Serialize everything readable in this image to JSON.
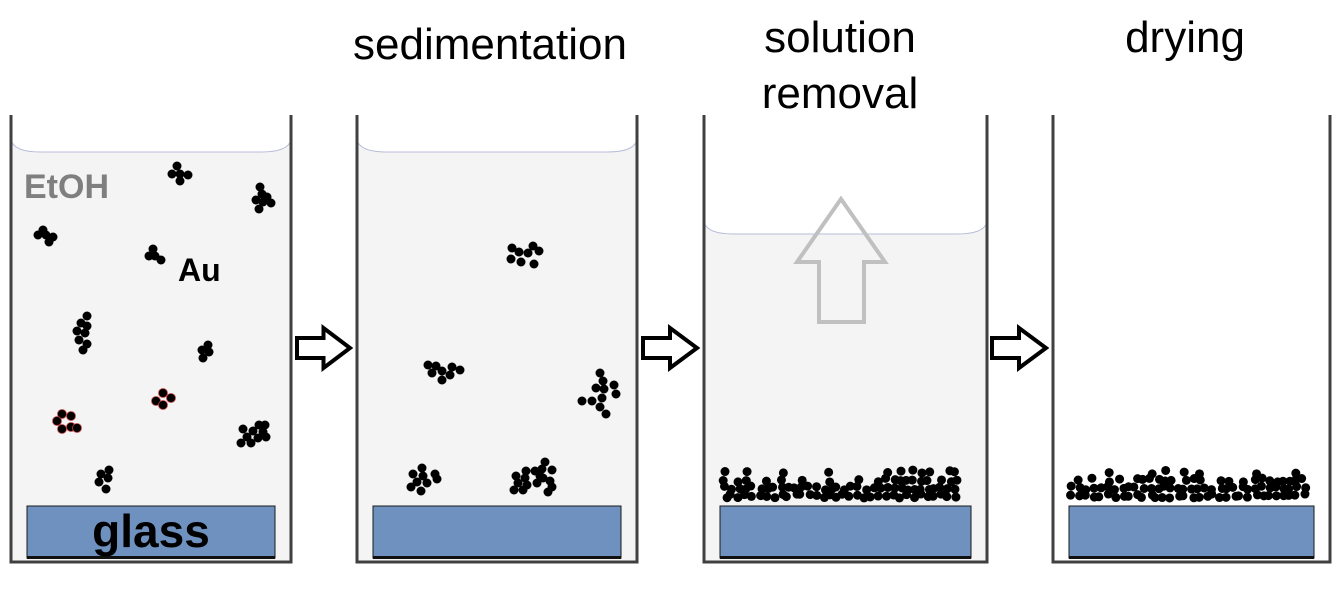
{
  "diagram": {
    "title": "Au nanoparticle film deposition on glass by sedimentation",
    "steps": [
      {
        "id": "initial",
        "title": "",
        "solvent_label": "EtOH",
        "particle_label": "Au",
        "substrate_label": "glass",
        "has_liquid": true,
        "liquid_level": "full"
      },
      {
        "id": "sedimentation",
        "title": "sedimentation",
        "has_liquid": true,
        "liquid_level": "full"
      },
      {
        "id": "solution-removal",
        "title_lines": [
          "solution",
          "removal"
        ],
        "has_liquid": true,
        "liquid_level": "partial",
        "has_up_arrow": true
      },
      {
        "id": "drying",
        "title": "drying",
        "has_liquid": false
      }
    ],
    "transitions": [
      "right-arrow",
      "right-arrow",
      "right-arrow"
    ],
    "colors": {
      "liquid": "#f4f4f4",
      "meniscus": "#b8bcd8",
      "container_wall": "#404040",
      "substrate": "#6e91bf",
      "substrate_bottom": "#111111",
      "particle": "#000000",
      "solvent_label": "#7f7f7f",
      "removal_arrow": "#c0c0c0",
      "step_arrow": "#000000"
    }
  }
}
